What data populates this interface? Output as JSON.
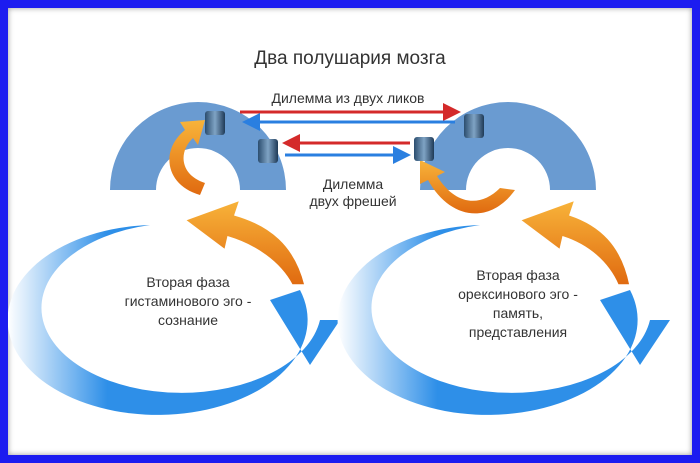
{
  "title": "Два полушария мозга",
  "dilemma_faces": "Дилемма из двух ликов",
  "dilemma_fresh": {
    "line1": "Дилемма",
    "line2": "двух фрешей"
  },
  "left_cycle": {
    "line1": "Вторая фаза",
    "line2": "гистаминового эго -",
    "line3": "сознание"
  },
  "right_cycle": {
    "line1": "Вторая фаза",
    "line2": "орексинового эго -",
    "line3": "память,",
    "line4": "представления"
  },
  "colors": {
    "frame": "#1c1cf0",
    "hemisphere": "#6a9bd1",
    "cycle_blue": "#2e8fe8",
    "orange": "#f39c1f",
    "red": "#d42a2a",
    "blue_arrow": "#2a7fe0"
  }
}
